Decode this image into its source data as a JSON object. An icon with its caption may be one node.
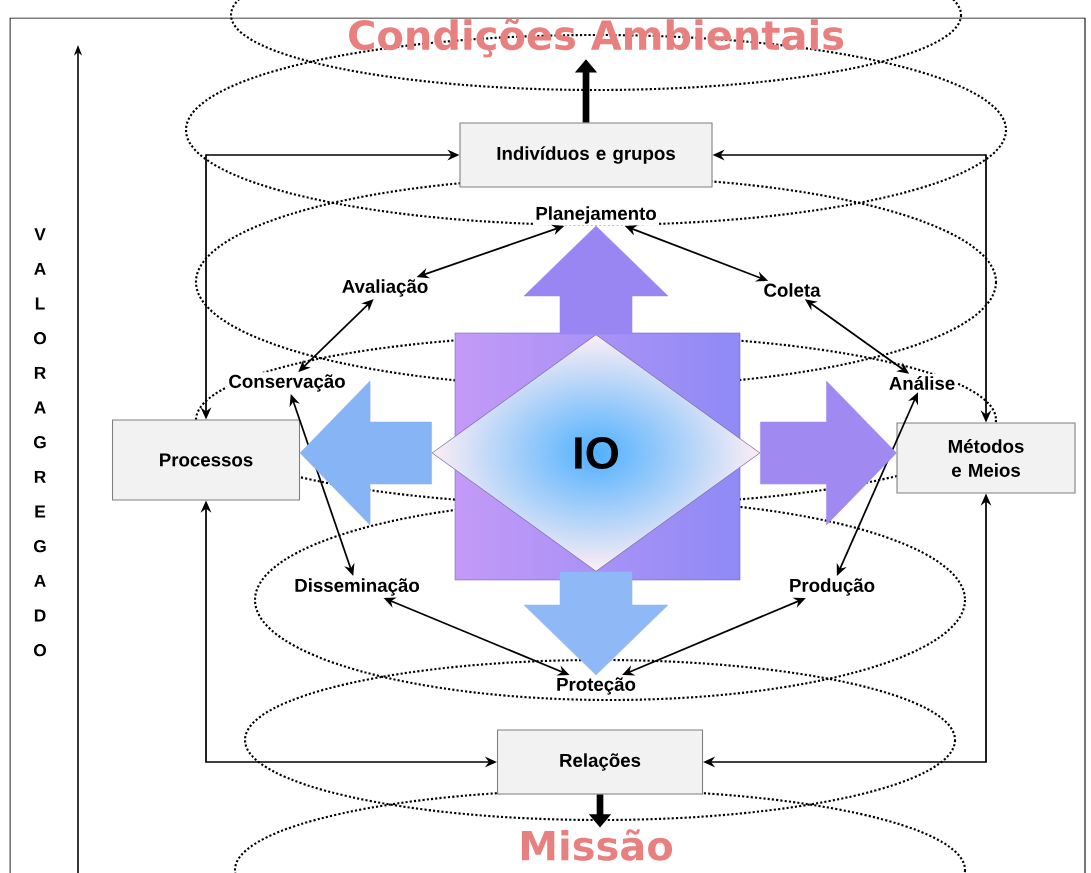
{
  "diagram": {
    "nodes": [
      {
        "text": [
          "Condições Ambientais"
        ]
      },
      {
        "text": [
          "Indivíduos e grupos"
        ]
      },
      {
        "text": [
          "Planejamento"
        ]
      },
      {
        "text": [
          "Avaliação"
        ]
      },
      {
        "text": [
          "Coleta"
        ]
      },
      {
        "text": [
          "Conservação"
        ]
      },
      {
        "text": [
          "Análise"
        ]
      },
      {
        "text": [
          "Processos"
        ]
      },
      {
        "text": [
          "IO"
        ]
      },
      {
        "text": [
          "Métodos e Meios"
        ]
      },
      {
        "text": [
          "Disseminação"
        ]
      },
      {
        "text": [
          "Produção"
        ]
      },
      {
        "text": [
          "Proteção"
        ]
      },
      {
        "text": [
          "Relações"
        ]
      },
      {
        "text": [
          "Missão"
        ]
      }
    ],
    "edges": [
      {
        "from": 1,
        "to": 0,
        "arrow": "to",
        "style": "thick"
      },
      {
        "from": 13,
        "to": 14,
        "arrow": "to",
        "style": "thick"
      },
      {
        "from": 7,
        "to": 1,
        "arrow": "both"
      },
      {
        "from": 9,
        "to": 1,
        "arrow": "both"
      },
      {
        "from": 7,
        "to": 13,
        "arrow": "both"
      },
      {
        "from": 9,
        "to": 13,
        "arrow": "both"
      },
      {
        "from": 3,
        "to": 2,
        "arrow": "both"
      },
      {
        "from": 2,
        "to": 4,
        "arrow": "both"
      },
      {
        "from": 4,
        "to": 6,
        "arrow": "both"
      },
      {
        "from": 6,
        "to": 11,
        "arrow": "both"
      },
      {
        "from": 11,
        "to": 12,
        "arrow": "both"
      },
      {
        "from": 12,
        "to": 10,
        "arrow": "both"
      },
      {
        "from": 10,
        "to": 5,
        "arrow": "both"
      },
      {
        "from": 5,
        "to": 3,
        "arrow": "both"
      },
      {
        "from": 8,
        "to": 2,
        "arrow": "to",
        "style": "thick",
        "color": "#9a86f2"
      },
      {
        "from": 8,
        "to": 7,
        "arrow": "to",
        "style": "thick",
        "color": "#86b4f5"
      },
      {
        "from": 8,
        "to": 9,
        "arrow": "to",
        "style": "thick",
        "color": "#a08af2"
      },
      {
        "from": 8,
        "to": 12,
        "arrow": "to",
        "style": "thick",
        "color": "#8fb8f7"
      }
    ],
    "labels": [
      "VALOR AGREGADO"
    ]
  }
}
